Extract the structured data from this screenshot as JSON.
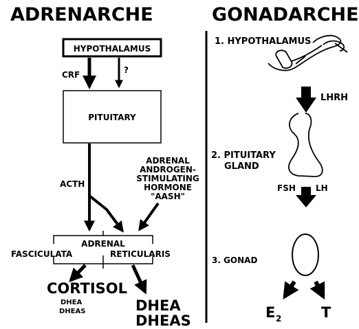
{
  "headers": {
    "left": "ADRENARCHE",
    "right": "GONADARCHE"
  },
  "adrenarche": {
    "hypothalamus": "HYPOTHALAMUS",
    "crf": "CRF",
    "unknown": "?",
    "pituitary": "PITUITARY",
    "acth": "ACTH",
    "aash": [
      "ADRENAL",
      "ANDROGEN-",
      "STIMULATING",
      "HORMONE",
      "\"AASH\""
    ],
    "adrenal": "ADRENAL",
    "fasciculata": "FASCICULATA",
    "reticularis": "RETICULARIS",
    "cortisol": "CORTISOL",
    "cortisol_minor": [
      "DHEA",
      "DHEAS"
    ],
    "dhea": [
      "DHEA",
      "DHEAS"
    ]
  },
  "gonadarche": {
    "hypothalamus": "1. HYPOTHALAMUS",
    "lhrh": "LHRH",
    "pituitary": [
      "2. PITUITARY",
      "GLAND"
    ],
    "fsh": "FSH",
    "lh": "LH",
    "gonad": "3. GONAD",
    "e2_base": "E",
    "e2_sub": "2",
    "t": "T"
  },
  "colors": {
    "ink": "#000000",
    "background": "#ffffff"
  }
}
